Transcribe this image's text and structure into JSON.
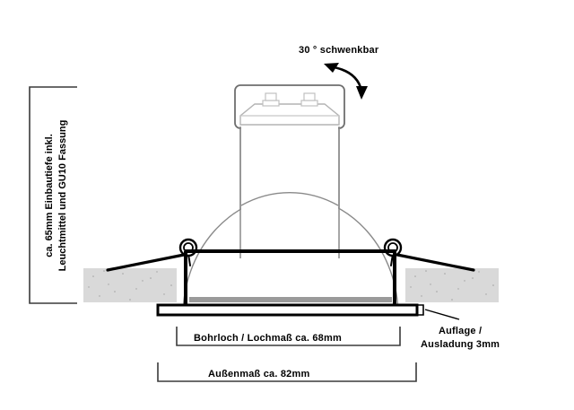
{
  "diagram": {
    "title": "GU10 Einbaustrahler Massskizze",
    "background": "#ffffff",
    "line_color": "#000000",
    "light_line_color": "#808080",
    "ceiling_fill": "#d9d9d9",
    "shadow_color": "#9a9a9a"
  },
  "labels": {
    "depth_line1": "ca. 65mm Einbautiefe inkl.",
    "depth_line2": "Leuchtmittel und GU10 Fassung",
    "swivel": "30 ° schwenkbar",
    "bore_hole": "Bohrloch / Lochmaß ca. 68mm",
    "outer_dimension": "Außenmaß ca. 82mm",
    "overlay_line1": "Auflage /",
    "overlay_line2": "Ausladung 3mm"
  },
  "measurements": {
    "depth_mm": 65,
    "bore_hole_mm": 68,
    "outer_mm": 82,
    "overlay_mm": 3,
    "swivel_degrees": 30,
    "socket_type": "GU10"
  },
  "parts": {
    "socket_housing": "gu10-socket-housing",
    "socket_pins": "gu10-pins",
    "barrel": "lamp-barrel",
    "reflector_dome": "reflector-dome",
    "spring_clip_left": "spring-clip-left",
    "spring_clip_right": "spring-clip-right",
    "ceiling_left": "ceiling-section-left",
    "ceiling_right": "ceiling-section-right",
    "trim_ring": "trim-ring-plate"
  }
}
